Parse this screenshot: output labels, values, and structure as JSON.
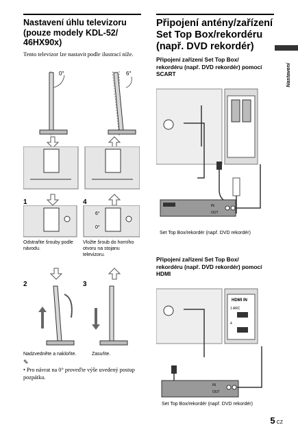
{
  "left": {
    "heading": "Nastavení úhlu televizoru (pouze modely KDL-52/ 46HX90x)",
    "intro": "Tento televizor lze nastavit podle ilustrací níže.",
    "angle_0": "0°",
    "angle_6": "6°",
    "step1_num": "1",
    "step1_caption": "Odstraňte šrouby podle návodu.",
    "step4_num": "4",
    "step4_caption": "Vložte šroub do horního otvoru na stojanu televizoru.",
    "step4_label_6": "6°",
    "step4_label_0": "0°",
    "step2_num": "2",
    "step2_caption": "Nadzvedněte a nakloňte.",
    "step3_num": "3",
    "step3_caption": "Zasuňte.",
    "note_bullet": "Pro návrat na 0° proveďte výše uvedený postup pozpátku."
  },
  "right": {
    "heading": "Připojení antény/zařízení Set Top Box/rekordéru (např. DVD rekordér)",
    "scart_heading": "Připojení zařízení Set Top Box/ rekordéru (např. DVD rekordér) pomocí SCART",
    "scart_caption": "Set Top Box/rekordér (např. DVD rekordér)",
    "hdmi_heading": "Připojení zařízení Set Top Box/ rekordéru (např. DVD rekordér) pomocí HDMI",
    "hdmi_caption": "Set Top Box/rekordér (např. DVD rekordér)",
    "hdmi_port_arc": "1 ARC",
    "hdmi_port_4": "4",
    "port_in": "IN",
    "port_out": "OUT",
    "hdmi_logo": "HDMI IN"
  },
  "side_tab_label": "Nastavení",
  "page_number": "5",
  "page_suffix": "CZ"
}
